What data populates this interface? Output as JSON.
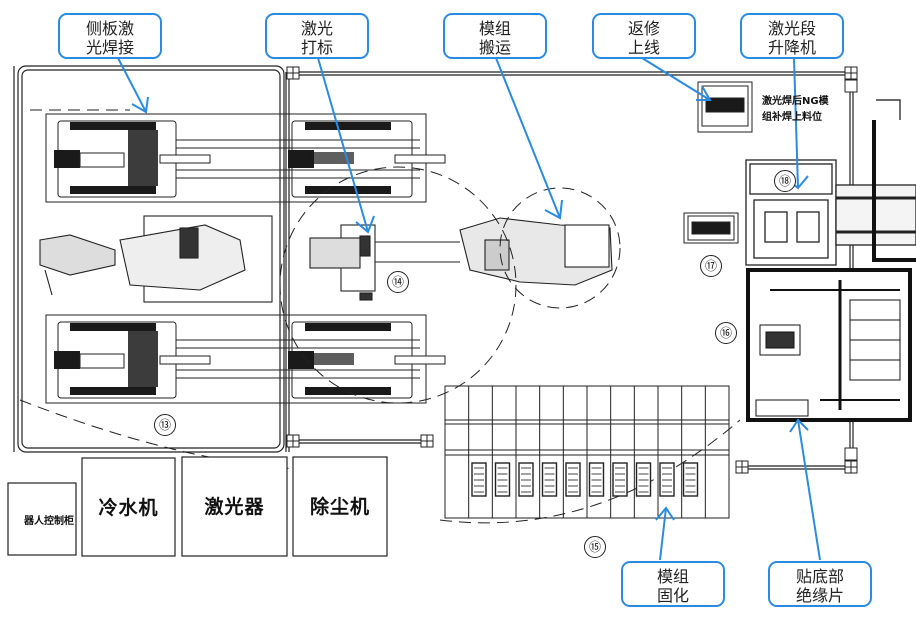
{
  "title": "Module laser welding line layout",
  "accent_color": "#2a8be0",
  "callouts": [
    {
      "id": "side-plate-laser-welding",
      "lines": [
        "侧板激",
        "光焊接"
      ]
    },
    {
      "id": "laser-marking",
      "lines": [
        "激光",
        "打标"
      ]
    },
    {
      "id": "module-transport",
      "lines": [
        "模组",
        "搬运"
      ]
    },
    {
      "id": "rework-online",
      "lines": [
        "返修",
        "上线"
      ]
    },
    {
      "id": "laser-section-lift",
      "lines": [
        "激光段",
        "升降机"
      ]
    },
    {
      "id": "module-curing",
      "lines": [
        "模组",
        "固化"
      ]
    },
    {
      "id": "bottom-insulation",
      "lines": [
        "贴底部",
        "绝缘片"
      ]
    }
  ],
  "equipment": {
    "chiller": "冷水机",
    "laser": "激光器",
    "dust_collector": "除尘机",
    "robot_control_cabinet": "器人控制柜",
    "ng_station_line1": "激光焊后NG模",
    "ng_station_line2": "组补焊上料位"
  },
  "stations": [
    "⑬",
    "⑭",
    "⑮",
    "⑯",
    "⑰",
    "⑱"
  ],
  "curing_slots": 10
}
